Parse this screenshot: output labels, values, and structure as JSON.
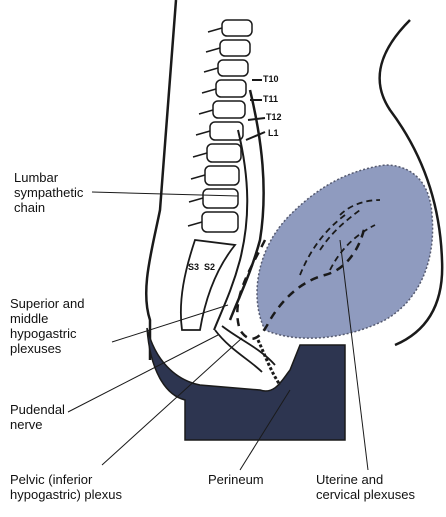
{
  "diagram": {
    "labels": {
      "lumbar_chain": "Lumbar\nsympathetic\nchain",
      "superior_plexus": "Superior and\nmiddle\nhypogastric\nplexuses",
      "pudendal": "Pudendal\nnerve",
      "pelvic_plexus": "Pelvic (inferior\nhypogastric) plexus",
      "perineum": "Perineum",
      "uterine": "Uterine and\ncervical plexuses"
    },
    "spinal_levels": [
      "T10",
      "T11",
      "T12",
      "L1"
    ],
    "sacral_levels": [
      "S3",
      "S2"
    ]
  },
  "colors": {
    "uterus_fill": "#8f9bbf",
    "pelvic_floor_fill": "#2d3550",
    "outline": "#1a1a1a"
  }
}
